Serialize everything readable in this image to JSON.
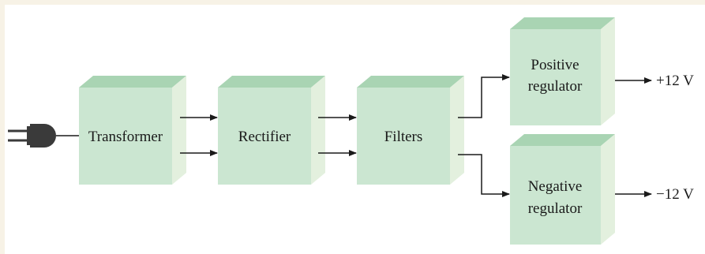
{
  "colors": {
    "page_background": "#f7f2e6",
    "panel_background": "#ffffff",
    "box_front": "#cbe6d1",
    "box_top": "#a9d4b3",
    "box_side": "#e3f0de",
    "line": "#1a1a1a",
    "plug": "#3a3a3a"
  },
  "icons": {
    "plug": "power-plug-icon"
  },
  "blocks": {
    "transformer": "Transformer",
    "rectifier": "Rectifier",
    "filters": "Filters",
    "positive_regulator": [
      "Positive",
      "regulator"
    ],
    "negative_regulator": [
      "Negative",
      "regulator"
    ]
  },
  "outputs": {
    "positive": "+12 V",
    "negative": "−12 V"
  }
}
